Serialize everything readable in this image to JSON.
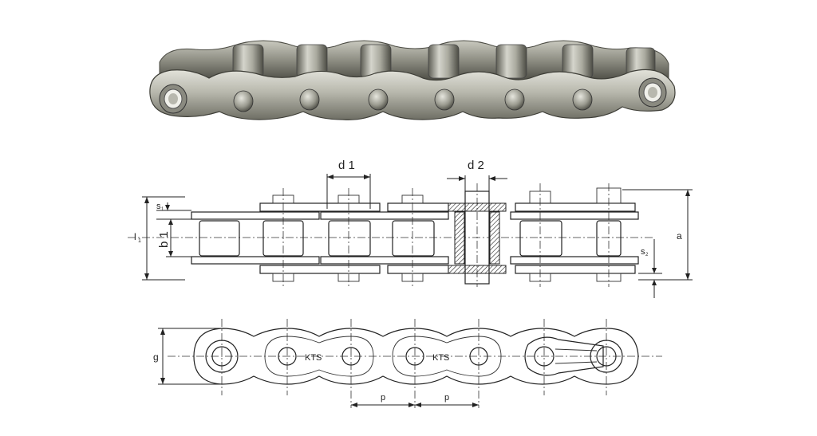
{
  "photo": {
    "description_icon": "roller-chain-photo"
  },
  "labels": {
    "d1": "d 1",
    "d2": "d 2",
    "s1": "s",
    "s1_sub": "1",
    "l1": "l",
    "l1_sub": "1",
    "b1": "b 1",
    "a": "a",
    "s2": "s",
    "s2_sub": "2",
    "g": "g",
    "kts_1": "KTS",
    "kts_2": "KTS",
    "p_1": "p",
    "p_2": "p"
  },
  "colors": {
    "steel_light": "#d8d8cf",
    "steel_mid": "#9d9d92",
    "steel_dark": "#55554c",
    "line": "#222222"
  }
}
